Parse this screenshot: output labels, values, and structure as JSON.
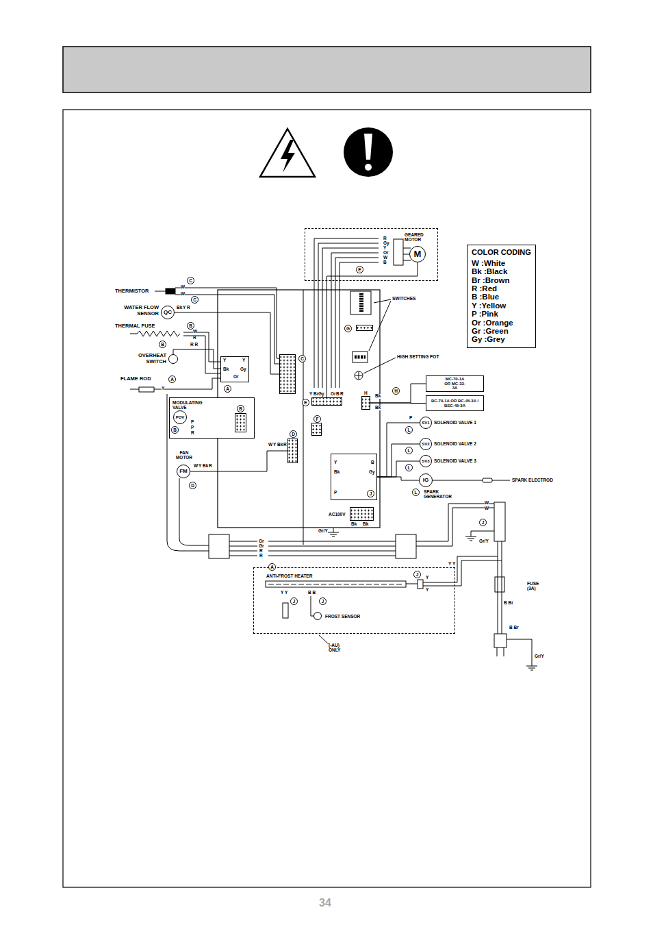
{
  "diagram": {
    "nodes": [
      {
        "text": [
          "COLOR CODING"
        ]
      },
      {
        "text": [
          "GEARED MOTOR"
        ]
      },
      {
        "text": [
          "M"
        ],
        "in": 1
      },
      {
        "text": [
          "QC",
          "WATER FLOW SENSOR"
        ]
      },
      {
        "text": [
          "OVERHEAT SWITCH"
        ]
      },
      {
        "text": [
          "MODULATING VALVE"
        ]
      },
      {
        "text": [
          "POV"
        ],
        "in": 5
      },
      {
        "text": [
          "B"
        ],
        "in": 5
      },
      {
        "text": [
          "FM",
          "FAN MOTOR"
        ]
      },
      {
        "text": [
          "A"
        ]
      },
      {
        "text": [
          "C"
        ]
      },
      {
        "text": [
          "G"
        ]
      },
      {
        "text": [
          "E"
        ]
      },
      {
        "text": [
          "H"
        ]
      },
      {
        "text": [
          "MC-70-1A OR MC-33-3A"
        ]
      },
      {
        "text": [
          "BC-70-1A OR BC-45-3A / BSC-45-3A"
        ]
      },
      {
        "text": [
          "F"
        ]
      },
      {
        "text": [
          "D"
        ]
      },
      {
        "text": [
          "J"
        ]
      },
      {
        "text": [
          "SV1",
          "SOLENOID VALVE 1"
        ]
      },
      {
        "text": [
          "SV2",
          "SOLENOID VALVE 2"
        ]
      },
      {
        "text": [
          "SV3",
          "SOLENOID VALVE 3"
        ]
      },
      {
        "text": [
          "IG",
          "SPARK GENERATOR"
        ]
      },
      {
        "text": [
          "AC100V"
        ]
      },
      {
        "text": [
          "ANTI-FROST HEATER"
        ]
      },
      {
        "text": [
          "FROST SENSOR"
        ],
        "in": 24
      }
    ],
    "edges": [
      {
        "from": 2,
        "to": 12,
        "arrow": "none"
      },
      {
        "from": 3,
        "to": 10,
        "arrow": "none"
      },
      {
        "from": 6,
        "to": 7,
        "arrow": "none"
      },
      {
        "from": 8,
        "to": 17,
        "arrow": "none"
      },
      {
        "from": 13,
        "to": 14,
        "arrow": "none"
      },
      {
        "from": 13,
        "to": 15,
        "arrow": "none"
      },
      {
        "from": 18,
        "to": 19,
        "arrow": "none"
      },
      {
        "from": 18,
        "to": 20,
        "arrow": "none"
      },
      {
        "from": 18,
        "to": 21,
        "arrow": "none"
      },
      {
        "from": 18,
        "to": 22,
        "arrow": "none"
      }
    ],
    "labels": [
      "THERMISTOR",
      "C",
      "W",
      "W",
      "C",
      "Bk",
      "Y",
      "R",
      "THERMAL FUSE",
      "B",
      "W",
      "R",
      "B",
      "R R",
      "FLAME ROD",
      "A",
      "Y",
      "B",
      "P",
      "P",
      "R",
      "Y",
      "Y",
      "Bk",
      "Gy",
      "Or",
      "Y",
      "Br",
      "Gy",
      "Or",
      "B",
      "R",
      "R",
      "Gy",
      "Y",
      "Or",
      "W",
      "B",
      "E",
      "SWITCHES",
      "HIGH SETTING POT",
      "Bk",
      "Bk",
      "H",
      "P",
      "L",
      "L",
      "L",
      "L",
      "SPARK ELECTROD",
      "Y",
      "B",
      "Bk",
      "Gy",
      "P",
      "Gr/Y",
      "Bk",
      "Bk",
      "Gr",
      "Gr",
      "R",
      "R",
      "A",
      "W",
      "W",
      "J",
      "Gr/Y",
      "FUSE (3A)",
      "Y Y",
      "J",
      "Y",
      "Y",
      "Y Y",
      "J",
      "B B",
      "J",
      "(-AU) ONLY",
      "B Br",
      "B Br",
      "Gr/Y",
      "34",
      "W",
      "Y",
      "Bk",
      "R",
      "W",
      "Y",
      "Bk",
      "R",
      "D"
    ],
    "legend": [
      {
        "text": "W :White"
      },
      {
        "text": "Bk :Black"
      },
      {
        "text": "Br :Brown"
      },
      {
        "text": "R :Red"
      },
      {
        "text": "B :Blue"
      },
      {
        "text": "Y :Yellow"
      },
      {
        "text": "P :Pink"
      },
      {
        "text": "Or :Orange"
      },
      {
        "text": "Gr :Green"
      },
      {
        "text": "Gy :Grey"
      }
    ]
  }
}
